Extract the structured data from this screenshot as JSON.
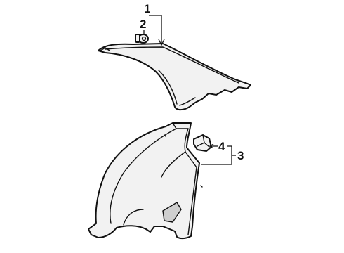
{
  "diagram": {
    "callouts": [
      {
        "id": "1",
        "label": "1"
      },
      {
        "id": "2",
        "label": "2"
      },
      {
        "id": "3",
        "label": "3"
      },
      {
        "id": "4",
        "label": "4"
      }
    ],
    "parts": [
      "upper-quarter-trim-panel",
      "push-clip-fastener",
      "lower-quarter-trim-panel",
      "trim-retainer-clip"
    ],
    "colors": {
      "line": "#111111",
      "fill": "#f2f2f2",
      "shade": "#cfcfcf",
      "background": "#ffffff"
    }
  }
}
